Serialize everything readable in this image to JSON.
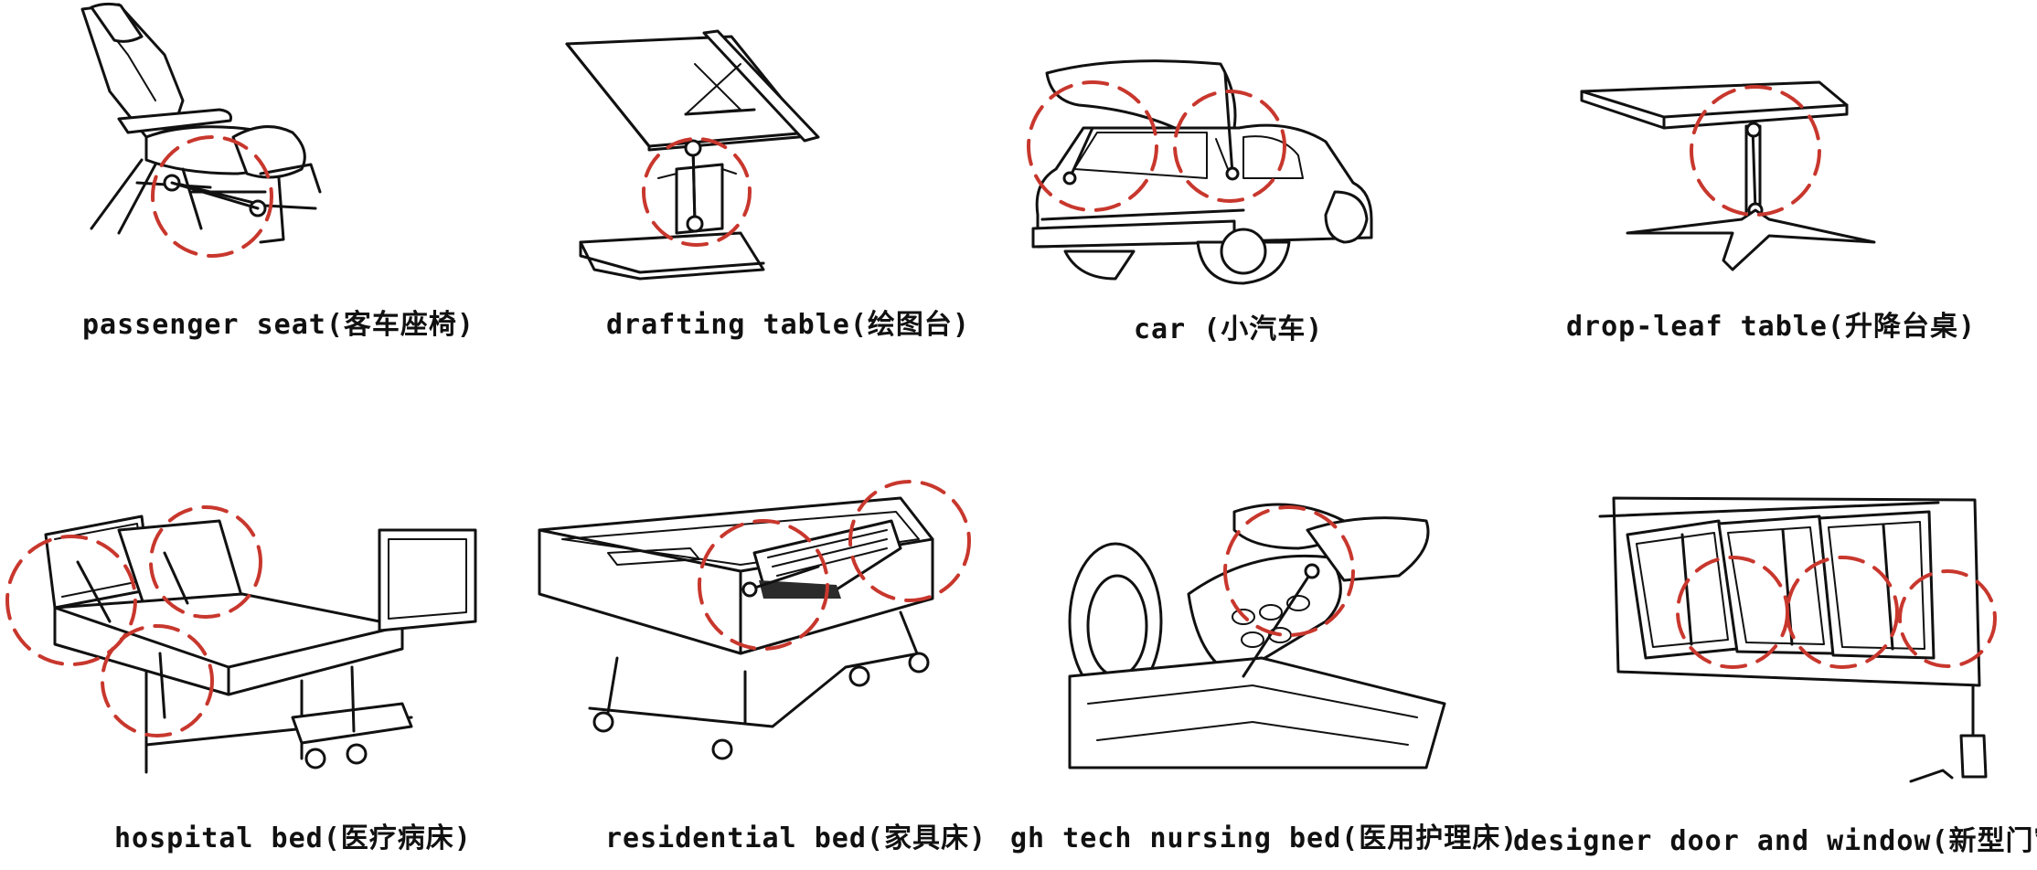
{
  "colors": {
    "highlight_circle": "#c8372d",
    "line_art": "#111111",
    "background": "#ffffff"
  },
  "panels": [
    {
      "id": "passenger-seat",
      "caption": "passenger seat(客车座椅)",
      "illustration": "seat-icon"
    },
    {
      "id": "drafting-table",
      "caption": "drafting  table(绘图台)",
      "illustration": "drafting-table-icon"
    },
    {
      "id": "car",
      "caption": "car (小汽车)",
      "illustration": "car-icon"
    },
    {
      "id": "drop-leaf-table",
      "caption": "drop-leaf  table(升降台桌)",
      "illustration": "table-icon"
    },
    {
      "id": "hospital-bed",
      "caption": "hospital bed(医疗病床)",
      "illustration": "hospital-bed-icon"
    },
    {
      "id": "residential-bed",
      "caption": "residential  bed(家具床)",
      "illustration": "bed-icon"
    },
    {
      "id": "nursing-bed",
      "caption": "gh tech nursing bed(医用护理床)",
      "illustration": "nursing-bed-icon"
    },
    {
      "id": "door-window",
      "caption": "designer door and window(新型门窗)",
      "illustration": "window-icon"
    }
  ]
}
